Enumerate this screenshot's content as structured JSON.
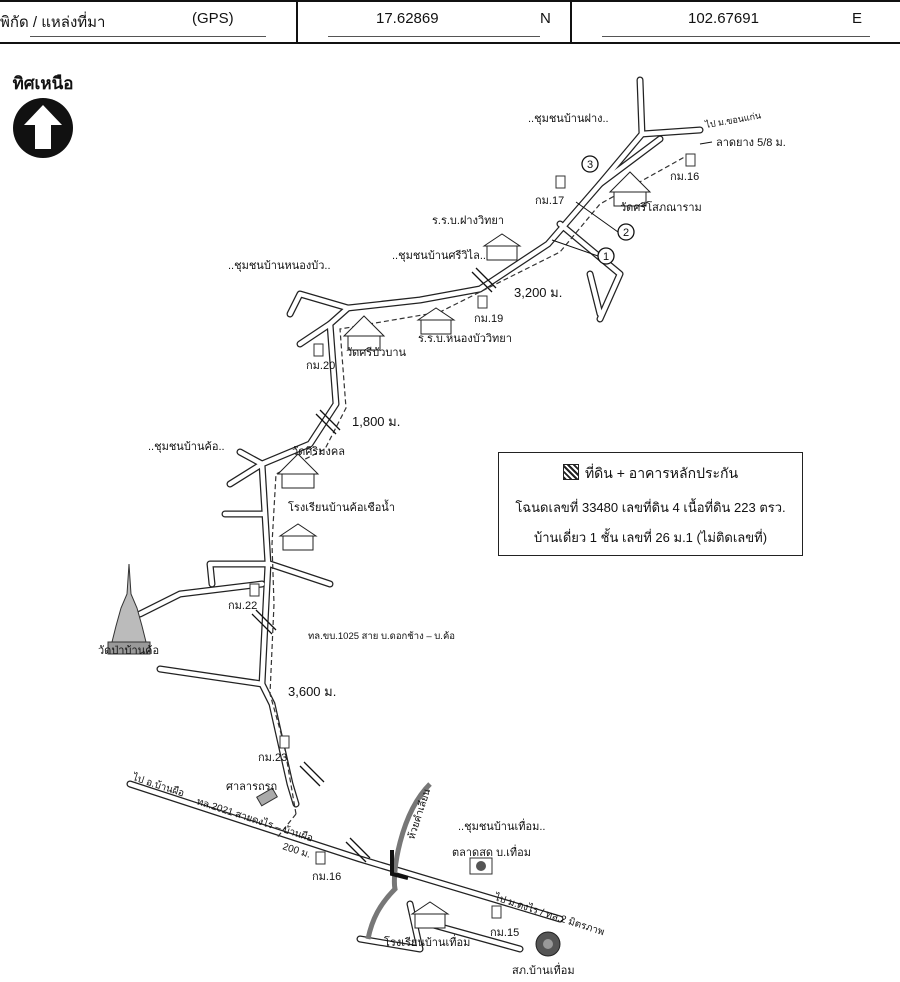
{
  "header": {
    "coord_label": "พิกัด / แหล่งที่มา",
    "source": "(GPS)",
    "lat": "17.62869",
    "lat_dir": "N",
    "lon": "102.67691",
    "lon_dir": "E"
  },
  "north_label": "ทิศเหนือ",
  "legend": {
    "title": "ที่ดิน + อาคารหลักประกัน",
    "line1": "โฉนดเลขที่ 33480 เลขที่ดิน 4 เนื้อที่ดิน 223 ตรว.",
    "line2": "บ้านเดี่ยว 1 ชั้น เลขที่ 26 ม.1 (ไม่ติดเลขที่)"
  },
  "labels": {
    "community_fang": "..ชุมชนบ้านฝาง..",
    "to_khon_kaen": "ไป ม.ขอนแก่น",
    "paved_road": "ลาดยาง 5/8 ม.",
    "km16_top": "กม.16",
    "km17": "กม.17",
    "wat_srisopana": "วัดศรีโสภณาราม",
    "school_fang": "ร.ร.บ.ฝางวิทยา",
    "community_sriwilai": "..ชุมชนบ้านศรีวิไล..",
    "community_nongbua": "..ชุมชนบ้านหนองบัว..",
    "dist_3200": "3,200 ม.",
    "km19": "กม.19",
    "wat_sribuaban": "วัดศรีบัวบาน",
    "school_nongbua": "ร.ร.บ.หนองบัววิทยา",
    "km20": "กม.20",
    "dist_1800": "1,800 ม.",
    "community_kho": "..ชุมชนบ้านค้อ..",
    "wat_sirimongkol": "วัดศิริมงคล",
    "school_kho": "โรงเรียนบ้านค้อเชือน้ำ",
    "km22": "กม.22",
    "wat_pa_kho": "วัดป่าบ้านค้อ",
    "road_1025": "ทล.ขบ.1025 สาย บ.ดอกช้าง – บ.ค้อ",
    "dist_3600": "3,600 ม.",
    "km23": "กม.23",
    "bus_shelter": "ศาลารถรถ",
    "to_phon": "ไป อ.บ้านผือ",
    "road_2021": "ทล.2021 สายดงไร – บ้านผือ",
    "dist_200": "200 ม.",
    "km16_bottom": "กม.16",
    "creek": "ห้วยคำเลียน",
    "community_thuem": "..ชุมชนบ้านเทื่อม..",
    "market": "ตลาดสด บ.เทื่อม",
    "to_dongrai": "ไป ม.ดงไร / ทล.2 มิตรภาพ",
    "km15": "กม.15",
    "school_thuem": "โรงเรียนบ้านเทื่อม",
    "police": "สภ.บ้านเทื่อม",
    "marker1": "1",
    "marker2": "2",
    "marker3": "3"
  }
}
